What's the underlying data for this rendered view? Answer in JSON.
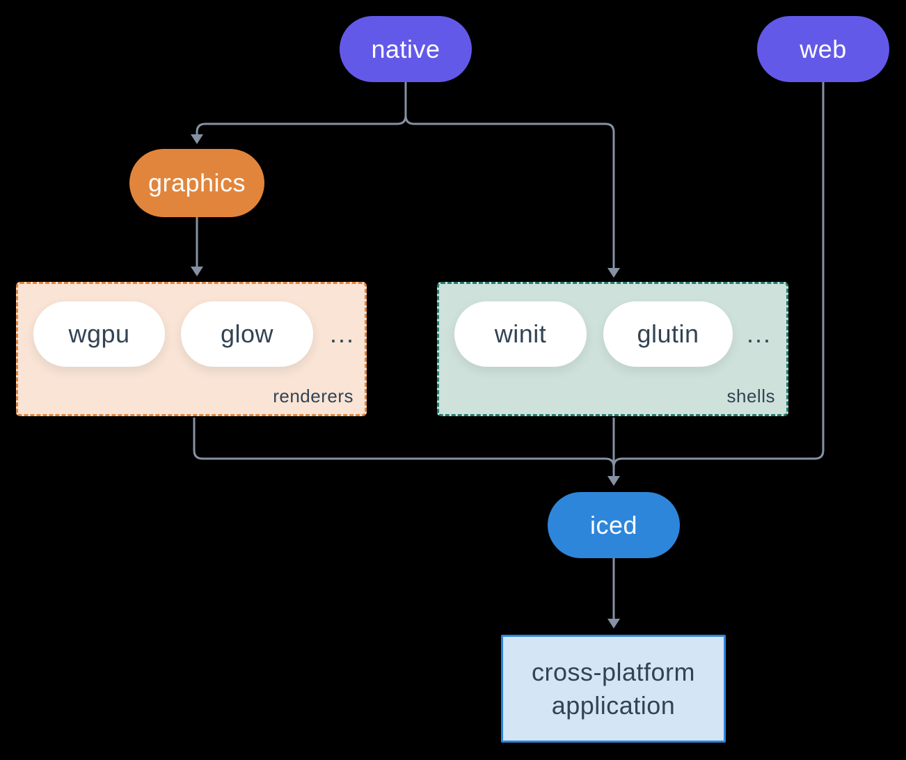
{
  "nodes": {
    "native": {
      "label": "native",
      "color": "#6359E9"
    },
    "web": {
      "label": "web",
      "color": "#6359E9"
    },
    "graphics": {
      "label": "graphics",
      "color": "#E1853C"
    },
    "iced": {
      "label": "iced",
      "color": "#2E86DB"
    },
    "wgpu": {
      "label": "wgpu"
    },
    "glow": {
      "label": "glow"
    },
    "winit": {
      "label": "winit"
    },
    "glutin": {
      "label": "glutin"
    },
    "application": {
      "label": "cross-platform application",
      "bg": "#D4E5F6",
      "border": "#2E86DB"
    }
  },
  "groups": {
    "renderers": {
      "label": "renderers",
      "more": "...",
      "bg": "#F9E4D5",
      "border": "#E1853C"
    },
    "shells": {
      "label": "shells",
      "more": "...",
      "bg": "#CFE1DB",
      "border": "#217D6F"
    }
  },
  "edges": [
    {
      "from": "native",
      "to": "graphics"
    },
    {
      "from": "native",
      "to": "shells"
    },
    {
      "from": "graphics",
      "to": "renderers"
    },
    {
      "from": "renderers",
      "to": "iced"
    },
    {
      "from": "shells",
      "to": "iced"
    },
    {
      "from": "web",
      "to": "iced"
    },
    {
      "from": "iced",
      "to": "application"
    }
  ],
  "colors": {
    "background": "#000000",
    "connector": "#8692A3",
    "text_dark": "#324353",
    "text_light": "#FFFFFF"
  }
}
